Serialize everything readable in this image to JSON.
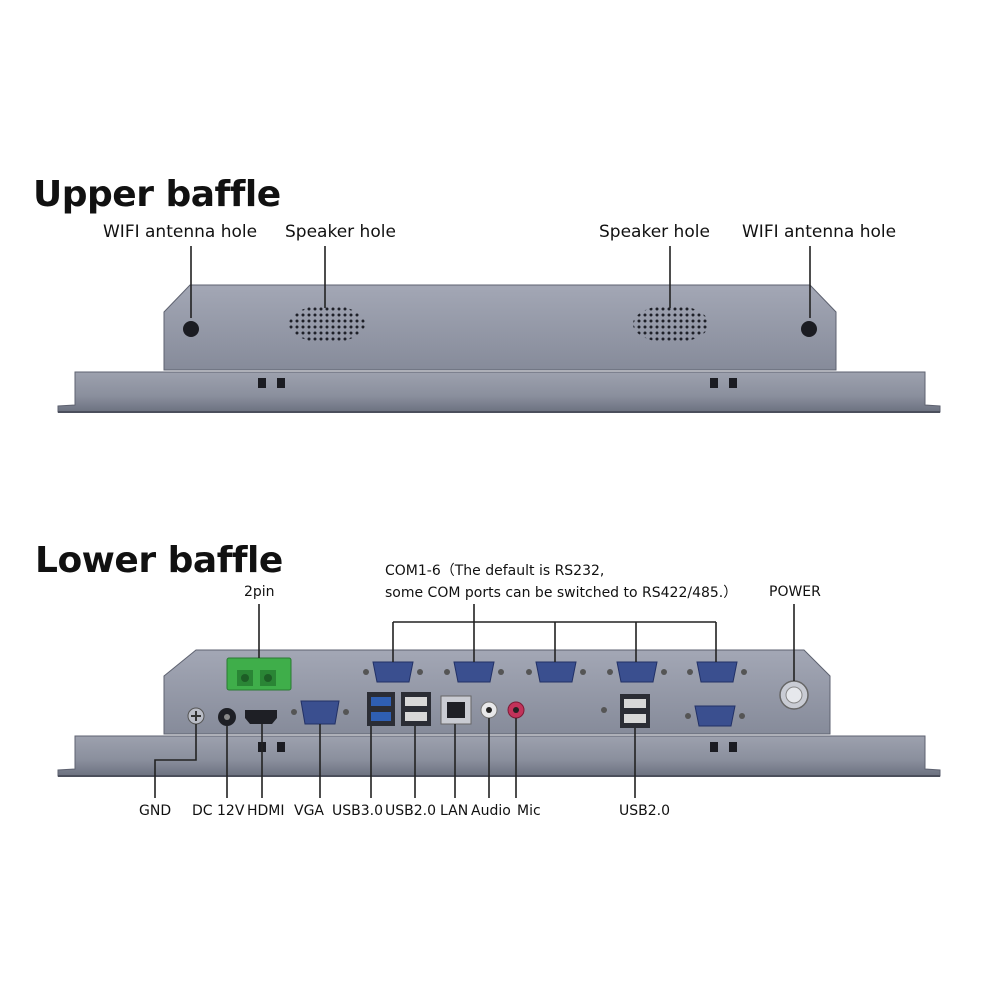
{
  "upper": {
    "title": "Upper baffle",
    "labels": {
      "wifi_left": "WIFI antenna hole",
      "speaker_left": "Speaker hole",
      "speaker_right": "Speaker hole",
      "wifi_right": "WIFI antenna hole"
    }
  },
  "lower": {
    "title": "Lower baffle",
    "top_labels": {
      "pin2": "2pin",
      "com_line1": "COM1-6（The default is RS232,",
      "com_line2": "some COM ports can be switched to RS422/485.）",
      "power": "POWER"
    },
    "bottom_labels": {
      "gnd": "GND",
      "dc": "DC 12V",
      "hdmi": "HDMI",
      "vga": "VGA",
      "usb30": "USB3.0",
      "usb20_a": "USB2.0",
      "lan": "LAN",
      "audio": "Audio",
      "mic": "Mic",
      "usb20_b": "USB2.0"
    }
  },
  "colors": {
    "panel": "#8d92a1",
    "panel_dark": "#6d7282",
    "terminal_green": "#3fae4a",
    "db9_blue": "#3a4f8f",
    "usb3_blue": "#2f5fb3",
    "mic_pink": "#c2325a"
  }
}
